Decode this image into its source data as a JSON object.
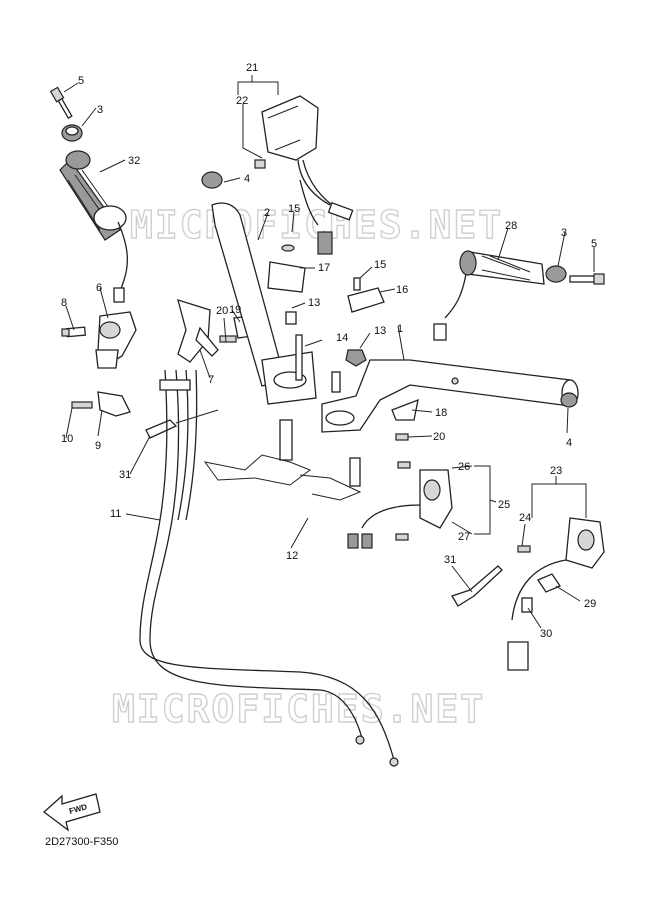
{
  "watermark": "MICROFICHES.NET",
  "diagram_code": "2D27300-F350",
  "fwd_label": "FWD",
  "callouts": {
    "c1": "1",
    "c2": "2",
    "c3a": "3",
    "c3b": "3",
    "c4a": "4",
    "c4b": "4",
    "c5a": "5",
    "c5b": "5",
    "c6": "6",
    "c7": "7",
    "c8": "8",
    "c9": "9",
    "c10": "10",
    "c11": "11",
    "c12": "12",
    "c13a": "13",
    "c13b": "13",
    "c14": "14",
    "c15a": "15",
    "c15b": "15",
    "c16": "16",
    "c17": "17",
    "c18": "18",
    "c19": "19",
    "c20a": "20",
    "c20b": "20",
    "c21": "21",
    "c22": "22",
    "c23": "23",
    "c24": "24",
    "c25": "25",
    "c26": "26",
    "c27": "27",
    "c28": "28",
    "c29": "29",
    "c30": "30",
    "c31a": "31",
    "c31b": "31",
    "c32": "32"
  }
}
